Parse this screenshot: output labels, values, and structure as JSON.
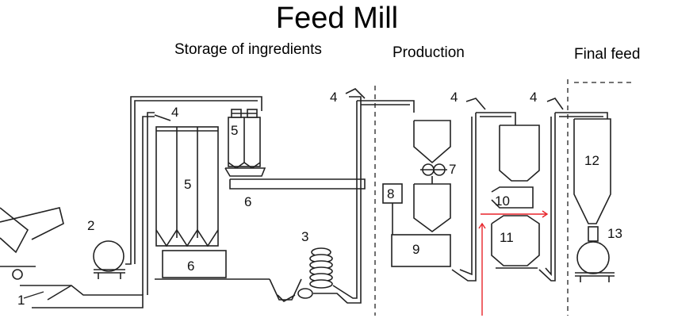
{
  "title": "Feed Mill",
  "sections": {
    "storage": "Storage of ingredients",
    "production": "Production",
    "final": "Final feed"
  },
  "labels": {
    "n1": "1",
    "n2": "2",
    "n3": "3",
    "n4a": "4",
    "n4b": "4",
    "n4c": "4",
    "n4d": "4",
    "n5a": "5",
    "n5b": "5",
    "n6a": "6",
    "n6b": "6",
    "n7": "7",
    "n8": "8",
    "n9": "9",
    "n10": "10",
    "n11": "11",
    "n12": "12",
    "n13": "13"
  },
  "colors": {
    "line": "#222222",
    "annotation": "#e8242a"
  }
}
